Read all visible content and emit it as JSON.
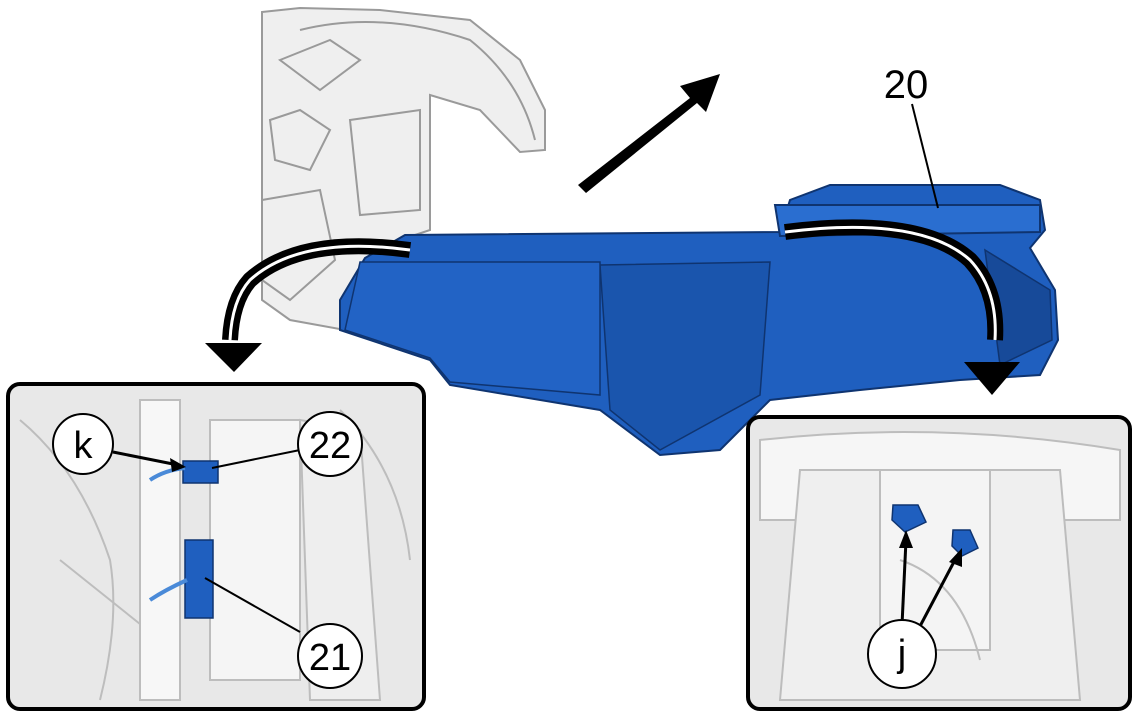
{
  "diagram": {
    "callouts": {
      "console_assembly": "20",
      "connector_lower": "21",
      "connector_upper": "22",
      "clip_k": "k",
      "clips_j": "j"
    }
  },
  "colors": {
    "part_highlight": "#1f5fbf",
    "part_dark": "#174a99",
    "background_gray": "#e6e6e6",
    "line_gray": "#bdbdbd",
    "arrow": "#000000"
  },
  "icons": {
    "direction": "arrow-icon",
    "curved_pointer": "curved-arrow-icon"
  }
}
